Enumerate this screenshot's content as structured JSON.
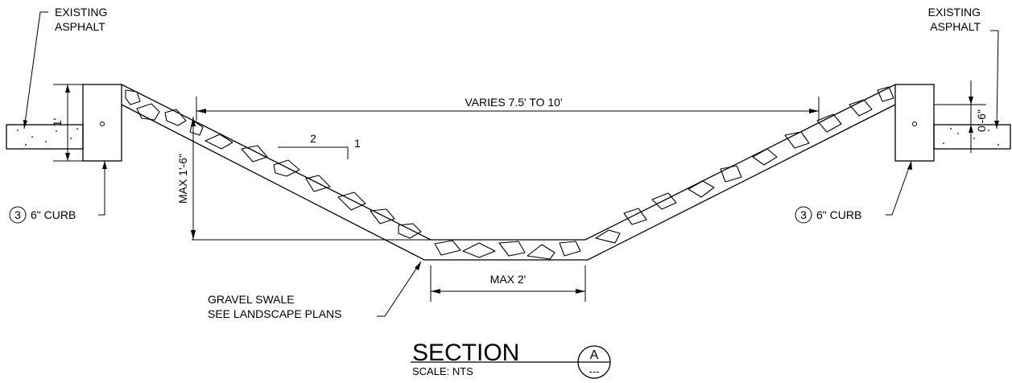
{
  "labels": {
    "existing_left": [
      "EXISTING",
      "ASPHALT"
    ],
    "existing_right": [
      "EXISTING",
      "ASPHALT"
    ],
    "curb_left_num": "3",
    "curb_left_text": "6\" CURB",
    "curb_right_num": "3",
    "curb_right_text": "6\" CURB",
    "width_dim": "VARIES 7.5' TO 10'",
    "depth_dim": "MAX 1'-6\"",
    "bottom_dim": "MAX 2'",
    "slope_run": "2",
    "slope_rise": "1",
    "curb_height_left": "1'",
    "curb_height_right": "0'-6\"",
    "gravel_note": [
      "GRAVEL SWALE",
      "SEE LANDSCAPE PLANS"
    ]
  },
  "title": {
    "main": "SECTION",
    "scale": "SCALE: NTS",
    "bubble_letter": "A",
    "bubble_sheet": "---"
  }
}
